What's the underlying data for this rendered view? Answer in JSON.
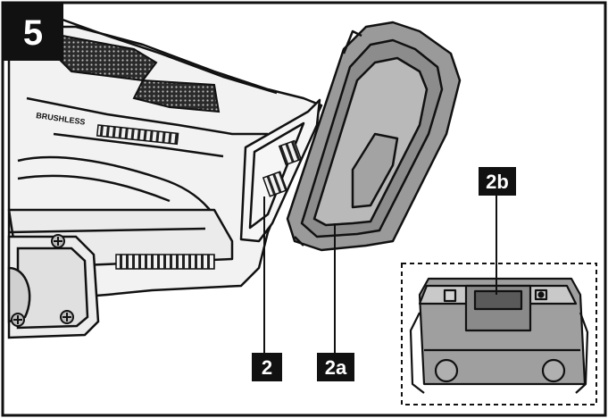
{
  "figure": {
    "step_number": "5",
    "tool_brand_text": "BRUSHLESS"
  },
  "callouts": [
    {
      "id": "2",
      "label": "2"
    },
    {
      "id": "2a",
      "label": "2a"
    },
    {
      "id": "2b",
      "label": "2b"
    }
  ],
  "colors": {
    "ink": "#111111",
    "tag_background": "#111111",
    "tag_text": "#ffffff",
    "battery_fill": "#9a9a9a",
    "battery_window": "#b9b9b9",
    "tool_fill": "#f2f2f2",
    "grip_texture": "#2a2a2a"
  },
  "icons": {
    "step_badge": "step-number-badge",
    "screw": "screw-head-icon",
    "battery": "battery-pack-icon"
  }
}
